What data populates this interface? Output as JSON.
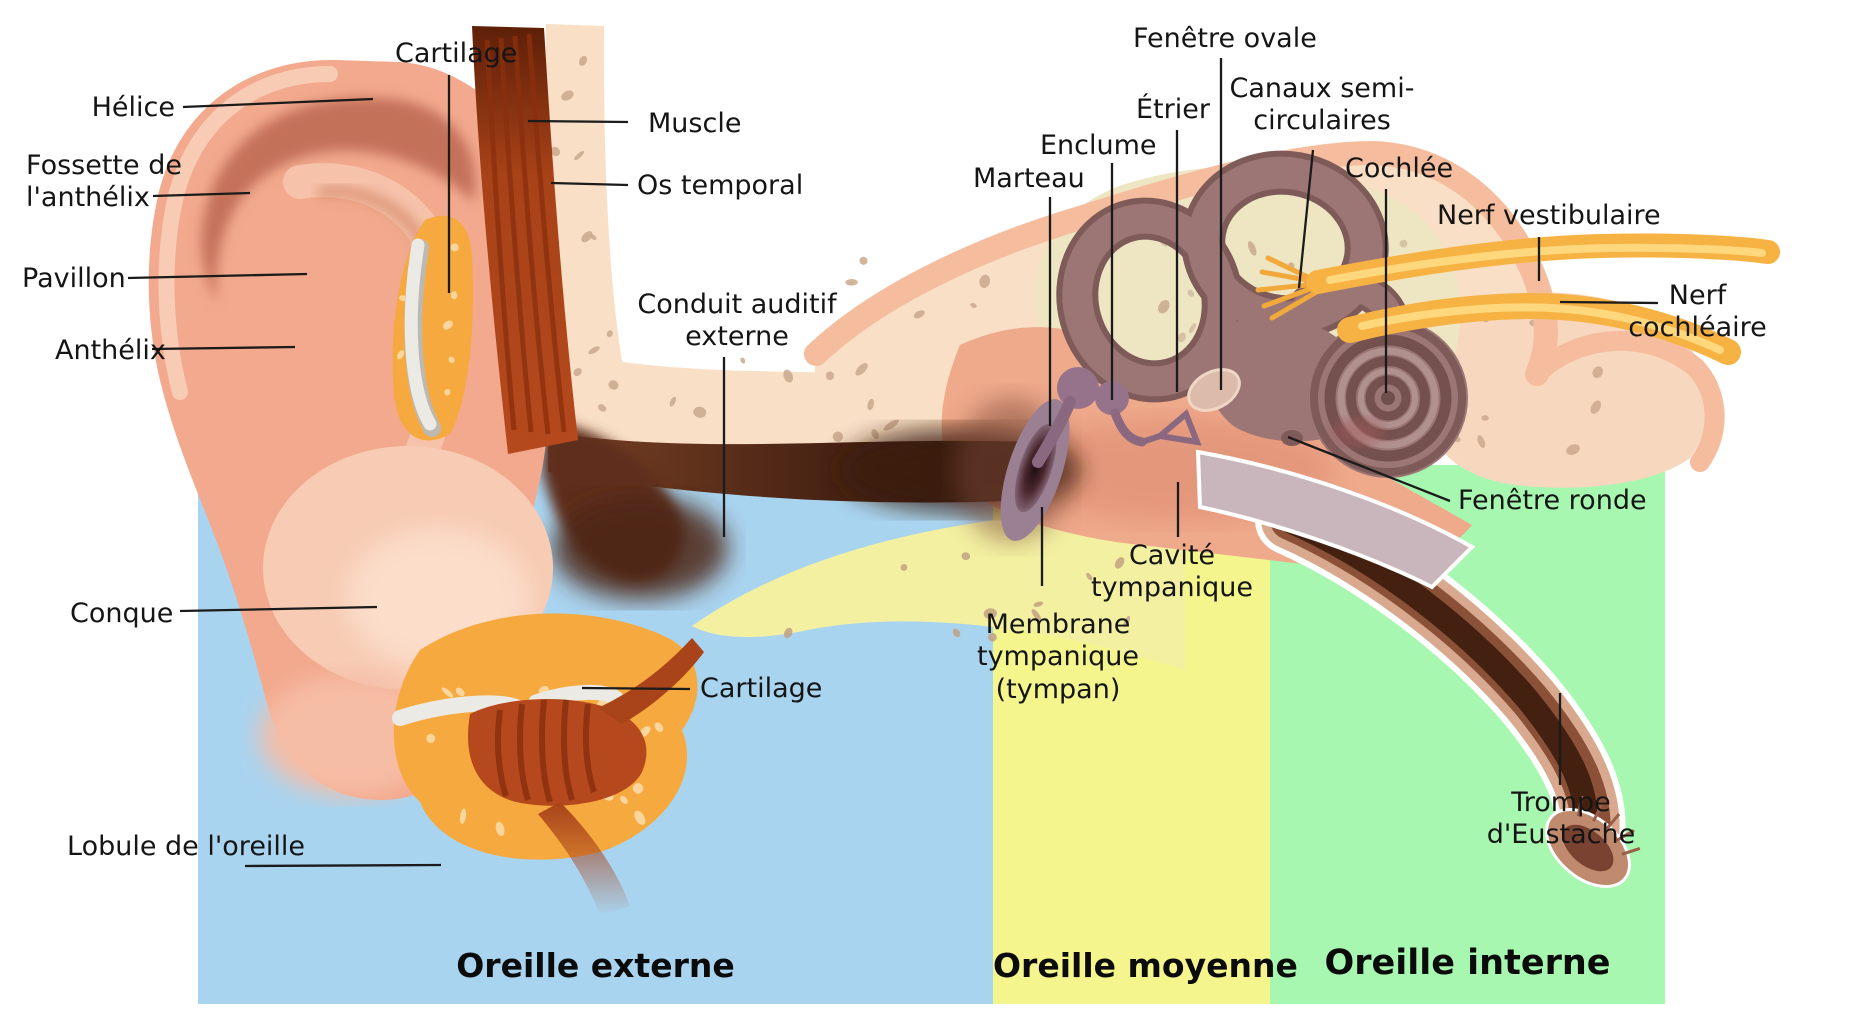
{
  "labels": {
    "helice": "Hélice",
    "fossette_anthelix": "Fossette de\nl'anthélix",
    "pavillon": "Pavillon",
    "anthelix": "Anthélix",
    "cartilage_haut": "Cartilage",
    "muscle": "Muscle",
    "os_temporal": "Os temporal",
    "conduit_auditif": "Conduit auditif\nexterne",
    "conque": "Conque",
    "cartilage_bas": "Cartilage",
    "lobule": "Lobule de l'oreille",
    "marteau": "Marteau",
    "enclume": "Enclume",
    "etrier": "Étrier",
    "fenetre_ovale": "Fenêtre ovale",
    "canaux_semi_circulaires": "Canaux semi-\ncirculaires",
    "cochlee": "Cochlée",
    "nerf_vestibulaire": "Nerf vestibulaire",
    "nerf_cochleaire": "Nerf\ncochléaire",
    "fenetre_ronde": "Fenêtre ronde",
    "cavite_tympanique": "Cavité\ntympanique",
    "membrane_tympanique": "Membrane\ntympanique\n(tympan)",
    "trompe_eustache": "Trompe\nd'Eustache"
  },
  "regions": [
    {
      "id": "oreille-externe",
      "label": "Oreille externe",
      "color": "#A9D4F0"
    },
    {
      "id": "oreille-moyenne",
      "label": "Oreille moyenne",
      "color": "#F5F58E"
    },
    {
      "id": "oreille-interne",
      "label": "Oreille interne",
      "color": "#A7F7B1"
    }
  ]
}
